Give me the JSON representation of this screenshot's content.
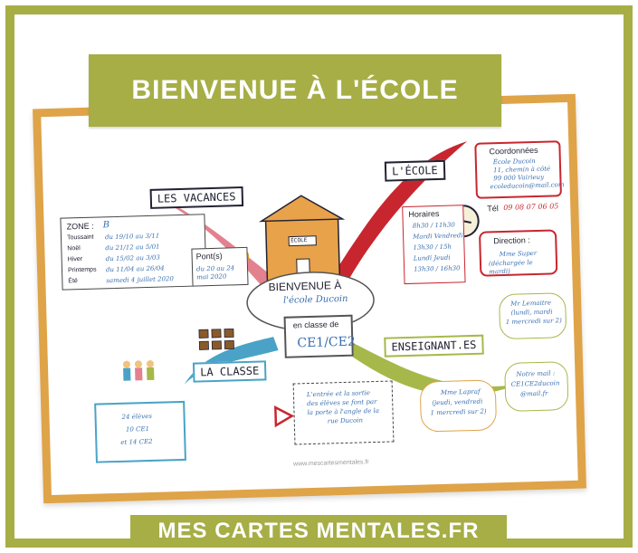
{
  "banner": {
    "title": "BIENVENUE À L'ÉCOLE"
  },
  "footer": {
    "site": "MES CARTES MENTALES.FR"
  },
  "map": {
    "center": {
      "line1": "BIENVENUE À",
      "line2": "l'école Ducoin",
      "class_label": "en classe de",
      "class_value": "CE1/CE2"
    },
    "school_sign": "ÉCOLE",
    "vacances": {
      "title": "LES VACANCES",
      "zone_label": "ZONE :",
      "zone_value": "B",
      "rows": [
        {
          "label": "Toussaint",
          "value": "du 19/10 au 3/11"
        },
        {
          "label": "Noël",
          "value": "du 21/12 au 5/01"
        },
        {
          "label": "Hiver",
          "value": "du 15/02 au 3/03"
        },
        {
          "label": "Printemps",
          "value": "du 11/04 au 26/04"
        },
        {
          "label": "Été",
          "value": "samedi 4 juillet 2020"
        }
      ],
      "pont_label": "Pont(s)",
      "pont_value": "du 20 au 24 mai 2020"
    },
    "ecole": {
      "title": "L'ÉCOLE",
      "coord_title": "Coordonnées",
      "coord_lines": [
        "École Ducoin",
        "11, chemin à côté",
        "99 000 Vairieuy",
        "ecoleducoin@mail.com"
      ],
      "tel_label": "Tél",
      "tel_value": "09 08 07 06 05",
      "horaires_title": "Horaires",
      "horaires_lines": [
        "8h30 / 11h30",
        "Mardi Vendredi",
        "13h30 / 15h",
        "Lundi Jeudi",
        "13h30 / 16h30"
      ],
      "direction_title": "Direction :",
      "direction_lines": [
        "Mme Super",
        "(déchargée le mardi)"
      ]
    },
    "classe": {
      "title": "LA CLASSE",
      "lines": [
        "24 élèves",
        "10 CE1",
        "et 14 CE2"
      ],
      "note_lines": [
        "L'entrée et la sortie",
        "des élèves se font par",
        "la porte à l'angle de la",
        "rue Ducoin"
      ]
    },
    "enseignants": {
      "title": "ENSEIGNANT.ES",
      "bubble1": [
        "Mr Lemaitre",
        "(lundi, mardi",
        "1 mercredi sur 2)"
      ],
      "bubble2": [
        "Mme Lapraf",
        "(jeudi, vendredi",
        "1 mercredi sur 2)"
      ],
      "bubble3": [
        "Notre mail :",
        "CE1CE2ducoin",
        "@mail.fr"
      ]
    },
    "url": "www.mescartesmentales.fr"
  },
  "colors": {
    "green": "#a6ae45",
    "orange": "#dfa348",
    "pink": "#e3818f",
    "teal": "#4aa3c7",
    "olive": "#a7b84a",
    "red": "#c8262f",
    "blue": "#3a6fb0"
  }
}
